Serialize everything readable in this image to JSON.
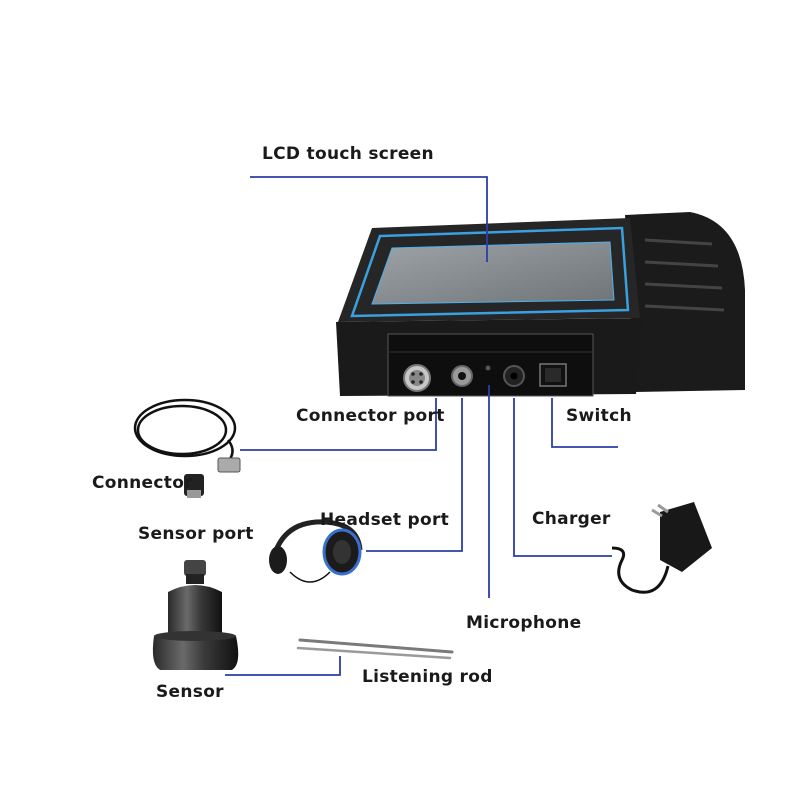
{
  "labels": {
    "lcd_touch_screen": "LCD touch screen",
    "connector_port": "Connector port",
    "switch": "Switch",
    "connector": "Connector",
    "sensor_port": "Sensor port",
    "headset_port": "Headset port",
    "charger": "Charger",
    "microphone": "Microphone",
    "sensor": "Sensor",
    "listening_rod": "Listening rod"
  },
  "colors": {
    "leader_line": "#2b3fa6",
    "device_body": "#1c1c1c",
    "screen_glow": "#3aa0e0",
    "screen": "#8a8f94"
  }
}
